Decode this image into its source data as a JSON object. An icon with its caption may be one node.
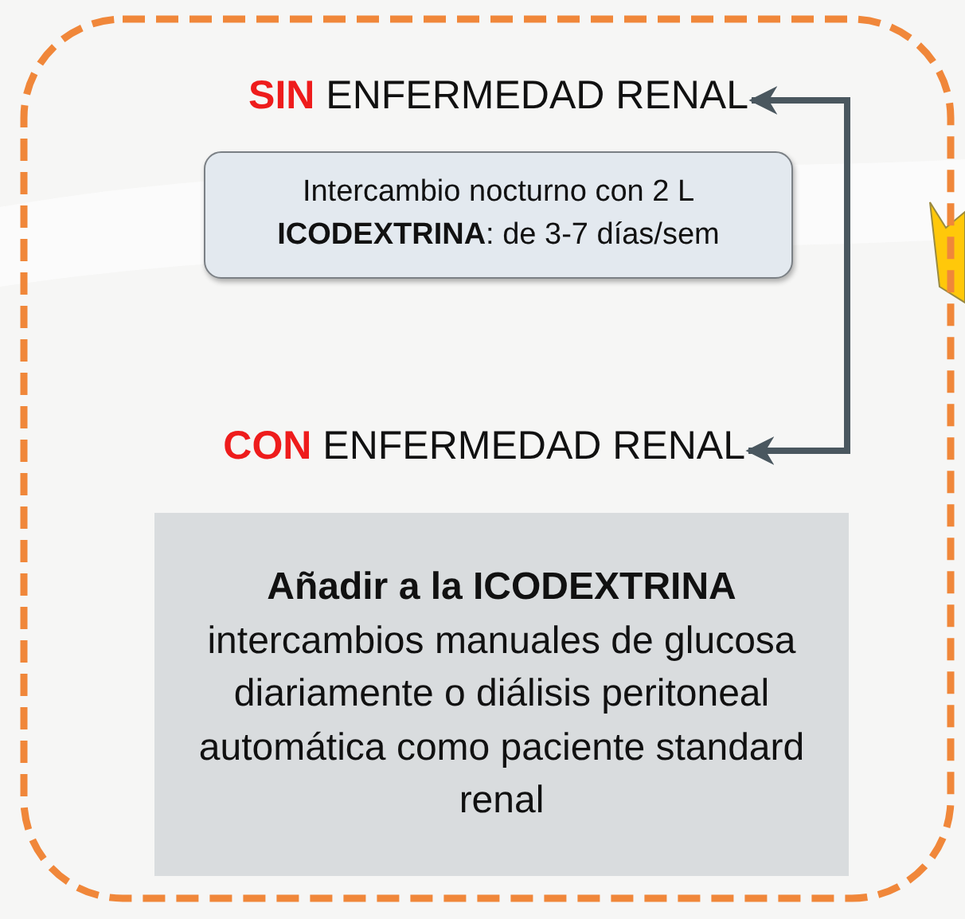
{
  "diagram": {
    "nodes": [
      {
        "text": [],
        "shape": "box"
      },
      {
        "text": [
          "**SIN** ENFERMEDAD RENAL"
        ],
        "in": 0
      },
      {
        "text": [
          "Intercambio nocturno con 2 L **ICODEXTRINA**: de 3-7 días/sem"
        ],
        "in": 0
      },
      {
        "text": [
          "**CON** ENFERMEDAD RENAL"
        ],
        "in": 0
      },
      {
        "text": [
          "**Añadir a la ICODEXTRINA** intercambios manuales de glucosa diariamente o diálisis peritoneal automática como paciente standard renal"
        ],
        "in": 0
      }
    ],
    "edges": [
      {
        "from": 3,
        "to": 1,
        "arrow": "both"
      }
    ]
  }
}
